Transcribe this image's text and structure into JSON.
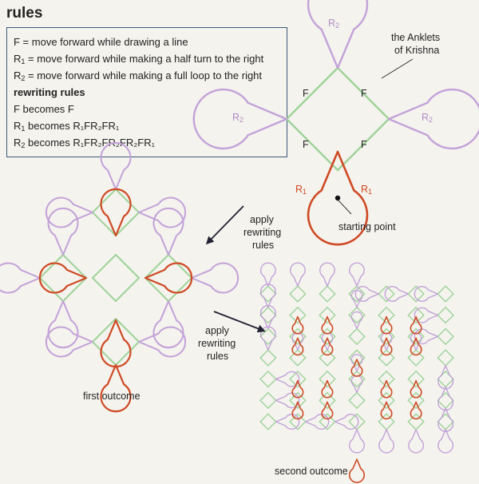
{
  "heading": "rules",
  "rules": {
    "f_def": "F = move forward while drawing a line",
    "r1_def_prefix": "R",
    "r1_def_sub": "1",
    "r1_def_rest": " = move forward while making a half turn to the right",
    "r2_def_prefix": "R",
    "r2_def_sub": "2",
    "r2_def_rest": " = move forward while making a full loop to the right",
    "rewriting_title": "rewriting rules",
    "f_rule": "F becomes F",
    "r1_rule_prefix": "R",
    "r1_rule_sub": "1",
    "r1_rule_mid": " becomes ",
    "r1_rule_result": "R₁FR₂FR₁",
    "r2_rule_prefix": "R",
    "r2_rule_sub": "2",
    "r2_rule_mid": " becomes ",
    "r2_rule_result": "R₁FR₂FR₂FR₂FR₁"
  },
  "top_figure": {
    "caption_line1": "the Anklets",
    "caption_line2": "of Krishna",
    "f_label": "F",
    "r2_label_letter": "R",
    "r2_label_sub": "2",
    "r1_label_letter": "R",
    "r1_label_sub": "1",
    "start_label": "starting point"
  },
  "arrow1": {
    "line1": "apply",
    "line2": "rewriting",
    "line3": "rules"
  },
  "arrow2": {
    "line1": "apply",
    "line2": "rewriting",
    "line3": "rules"
  },
  "first_outcome_label": "first outcome",
  "second_outcome_label": "second outcome",
  "colors": {
    "f_line": "#9fd39a",
    "r2_loop": "#c3a2d8",
    "r1_loop": "#cf4a24",
    "box_border": "#3d5a7a",
    "background": "#f4f3ee"
  }
}
